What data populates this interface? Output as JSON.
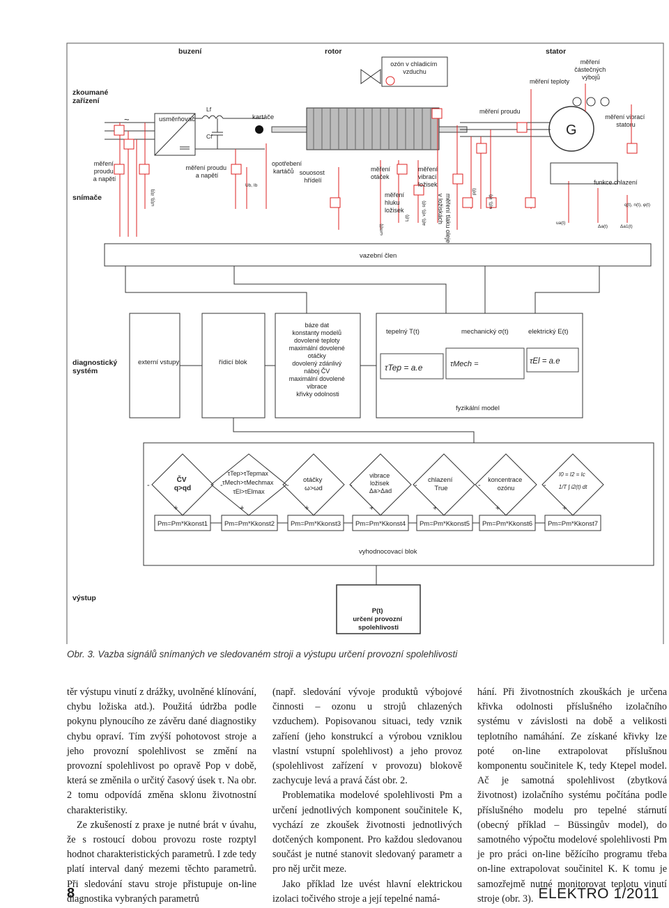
{
  "figure": {
    "headers": {
      "buzeni": "buzení",
      "rotor": "rotor",
      "stator": "stator"
    },
    "row_labels": {
      "zarizeni": [
        "zkoumané",
        "zařízení"
      ],
      "snimace": "snímače",
      "diag": [
        "diagnostický",
        "systém"
      ],
      "vystup": "výstup"
    },
    "top": {
      "usmernovac": "usměrňovač",
      "lf": "Lf",
      "cf": "Cf",
      "kartace": "kartáče",
      "ozon": [
        "ozón v chladicím",
        "vzduchu"
      ],
      "mereni_teploty": "měření teploty",
      "mereni_vyboju": [
        "měření",
        "částečných",
        "výbojů"
      ],
      "mereni_proudu": "měření proudu",
      "g": "G",
      "mereni_vibraci_statoru": [
        "měření vibrací",
        "statoru"
      ]
    },
    "sensors": {
      "proud_napeti_1": [
        "měření",
        "proudu",
        "a napětí"
      ],
      "proud_napeti_2": [
        "měření proudu",
        "a napětí"
      ],
      "opotrebeni": [
        "opotřebení",
        "kartáčů"
      ],
      "souosost": [
        "souosost",
        "hřídelí"
      ],
      "otacek": [
        "měření",
        "otáček"
      ],
      "hluku": [
        "měření",
        "hluku",
        "ložisek"
      ],
      "vibraci_lozisek": [
        "měření",
        "vibrací",
        "ložisek"
      ],
      "tlaku": [
        "měření tlaku oleje",
        "v ložiskách"
      ],
      "funkce_chlazeni": "funkce chlazení",
      "sig_uf": "uf(t), if(t)",
      "sig_ub": "Ub, Ib",
      "sig_omega": "ωm(t)",
      "sig_l": "L(t)",
      "sig_vib": "a(t), v(t), s(t)",
      "sig_p": "p(t)",
      "sig_u": "u(t), i(t)",
      "sig_ua": "ua(t)",
      "sig_d1": "Δa(t)",
      "sig_d2": "Δa1(t)",
      "sig_q": "q(t), n(t), φ(t)"
    },
    "vazebni": "vazební člen",
    "diag": {
      "externi": "externí vstupy",
      "ridici": "řídicí blok",
      "baze": [
        "báze dat",
        "konstanty modelů",
        "dovolené teploty",
        "maximální dovolené",
        "otáčky",
        "dovolený zdánlivý",
        "náboj ČV",
        "maximální dovolené",
        "vibrace",
        "křivky odolnosti"
      ],
      "tepelny": "tepelný T(t)",
      "mechanicky": "mechanický σ(t)",
      "elektricky": "elektrický E(t)",
      "f_tep": "τTep = a.e",
      "f_mech": "τMech =",
      "f_el": "τEl = a.e",
      "fyz_model": "fyzikální model"
    },
    "eval": {
      "blocks": [
        [
          "ČV",
          "q>qd"
        ],
        [
          "τTep>τTepmax",
          "τMech>τMechmax",
          "τEl>τElmax"
        ],
        [
          "otáčky",
          "ω>ωd"
        ],
        [
          "vibrace",
          "ložisek",
          "Δa>Δad"
        ],
        [
          "chlazení",
          "True"
        ],
        [
          "koncentrace",
          "ozónu"
        ],
        [
          "I0 = I2 = Ic",
          "1/T ∫ i2(t) dt"
        ]
      ],
      "pm": [
        "Pm=Pm*Kkonst1",
        "Pm=Pm*Kkonst2",
        "Pm=Pm*Kkonst3",
        "Pm=Pm*Kkonst4",
        "Pm=Pm*Kkonst5",
        "Pm=Pm*Kkonst6",
        "Pm=Pm*Kkonst7"
      ],
      "minus": "-",
      "plus": "+",
      "vyhodnocovaci": "vyhodnocovací blok"
    },
    "output": [
      "P(t)",
      "určení provozní",
      "spolehlivosti"
    ]
  },
  "caption": "Obr. 3. Vazba signálů snímaných ve sledovaném stroji a výstupu určení provozní spolehlivosti",
  "columns": {
    "c1p1": "těr výstupu vinutí z drážky, uvolněné klínování, chybu ložiska atd.). Použitá údržba podle pokynu plynoucího ze závěru dané diagnostiky chybu opraví. Tím zvýší pohotovost stroje a jeho provozní spolehlivost se změní na provozní spolehlivost po opravě Pop v době, která se změnila o určitý časový úsek τ. Na obr. 2 tomu odpovídá změna sklonu životnostní charakteristiky.",
    "c1p2": "Ze zkušeností z praxe je nutné brát v úvahu, že s rostoucí dobou provozu roste rozptyl hodnot charakteristických parametrů. I zde tedy platí interval daný mezemi těchto parametrů. Při sledování stavu stroje přistupuje on-line diagnostika vybraných parametrů",
    "c2p1": "(např. sledování vývoje produktů výbojové činnosti – ozonu u strojů chlazených vzduchem). Popisovanou situaci, tedy vznik zaříení (jeho konstrukcí a výrobou vzniklou vlastní vstupní spolehlivost) a jeho provoz (spolehlivost zařízení v provozu) blokově zachycuje levá a pravá část obr. 2.",
    "c2p2": "Problematika modelové spolehlivosti Pm a určení jednotlivých komponent součinitele K, vychází ze zkoušek životnosti jednotlivých dotčených komponent. Pro každou sledovanou součást je nutné stanovit sledovaný parametr a pro něj určit meze.",
    "c2p3": "Jako příklad lze uvést hlavní elektrickou izolaci točivého stroje a její tepelné namá-",
    "c3p1": "hání. Při životnostních zkouškách je určena křivka odolnosti příslušného izolačního systému v závislosti na době a velikosti teplotního namáhání. Ze získané křivky lze poté on-line extrapolovat příslušnou komponentu součinitele K, tedy Ktepel model. Ač je samotná spolehlivost (zbytková životnost) izolačního systému počítána podle příslušného modelu pro tepelné stárnutí (obecný příklad – Büssingův model), do samotného výpočtu modelové spolehlivosti Pm je pro práci on-line běžícího programu třeba on-line extrapolovat součinitel K. K tomu je samozřejmě nutné monitorovat teplotu vinutí stroje (obr. 3)."
  },
  "footer": {
    "page": "8",
    "journal": "ELEKTRO 1/2011"
  }
}
